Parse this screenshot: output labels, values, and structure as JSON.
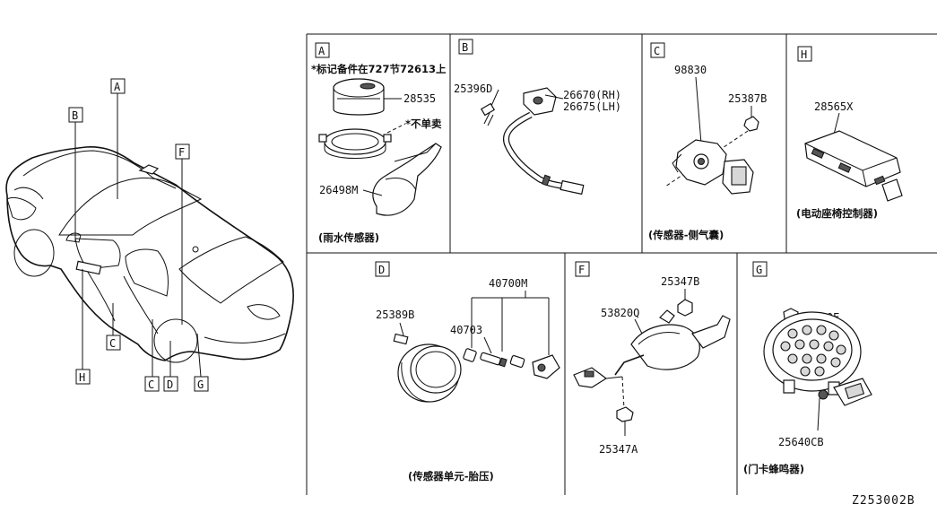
{
  "diagram_code": "Z253002B",
  "car_callouts": {
    "A": "A",
    "B": "B",
    "C": "C",
    "D": "D",
    "E": "F",
    "G": "G",
    "H": "H",
    "C2": "C"
  },
  "panels": {
    "A": {
      "letter": "A",
      "note": "*标记备件在727节72613上",
      "part1": "28535",
      "part2": "*不单卖",
      "part3": "26498M",
      "caption": "(雨水传感器)"
    },
    "B": {
      "letter": "B",
      "part1": "25396D",
      "part2": "26670(RH)",
      "part3": "26675(LH)"
    },
    "C": {
      "letter": "C",
      "part1": "98830",
      "part2": "25387B",
      "caption": "(传感器-侧气囊)"
    },
    "H": {
      "letter": "H",
      "part1": "28565X",
      "caption": "(电动座椅控制器)"
    },
    "D": {
      "letter": "D",
      "part1": "25389B",
      "part2": "40700M",
      "part3": "40703",
      "caption": "(传感器单元-胎压)"
    },
    "F": {
      "letter": "F",
      "part1": "25347B",
      "part2": "53820Q",
      "part3": "25347A"
    },
    "G": {
      "letter": "G",
      "part1": "253H0E",
      "part2": "25640CB",
      "caption": "(门卡蜂鸣器)"
    }
  }
}
